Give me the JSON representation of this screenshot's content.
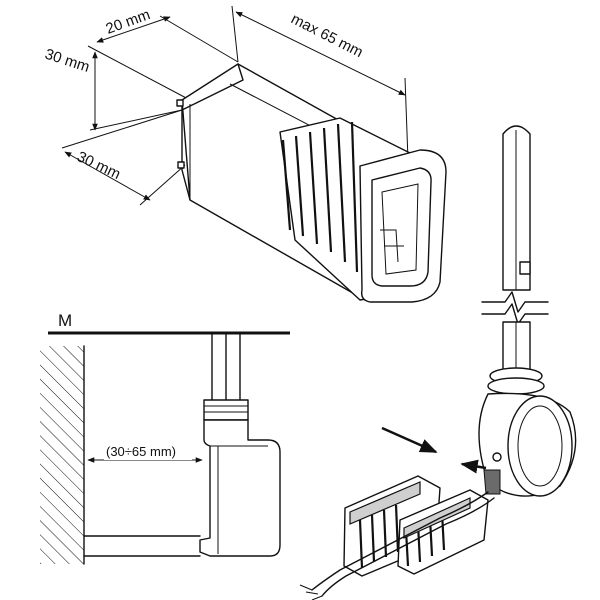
{
  "labels": {
    "width_top": "20 mm",
    "max_length": "max 65 mm",
    "height_left": "30 mm",
    "depth_bottom": "30 mm",
    "wall_mark": "M",
    "gap_range": "(30÷65 mm)"
  }
}
